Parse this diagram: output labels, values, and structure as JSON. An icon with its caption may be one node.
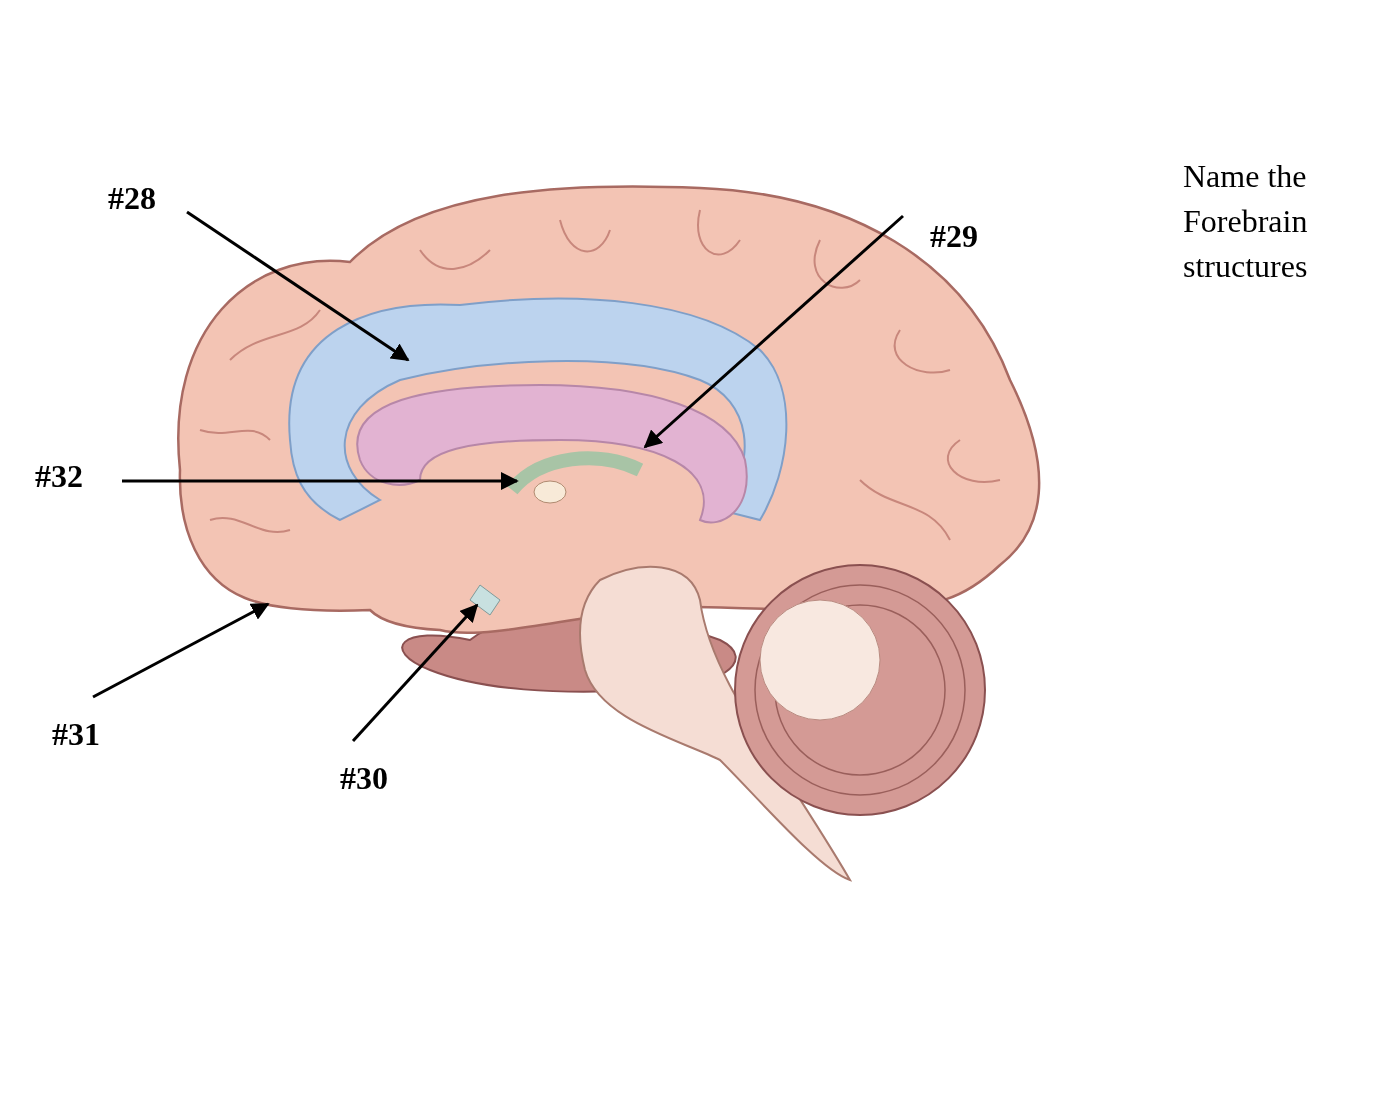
{
  "diagram": {
    "nodes": [
      {
        "text": [
          "#28"
        ]
      },
      {
        "text": [
          "#29"
        ]
      },
      {
        "text": [
          "#32"
        ]
      },
      {
        "text": [
          "#31"
        ]
      },
      {
        "text": [
          "#30"
        ]
      }
    ],
    "edges": [
      {
        "from": 0,
        "to": null,
        "arrow": "to"
      },
      {
        "from": 1,
        "to": null,
        "arrow": "to"
      },
      {
        "from": 2,
        "to": null,
        "arrow": "to"
      },
      {
        "from": 3,
        "to": null,
        "arrow": "to"
      },
      {
        "from": 4,
        "to": null,
        "arrow": "to"
      }
    ],
    "labels": [
      "Name the Forebrain structures"
    ]
  }
}
